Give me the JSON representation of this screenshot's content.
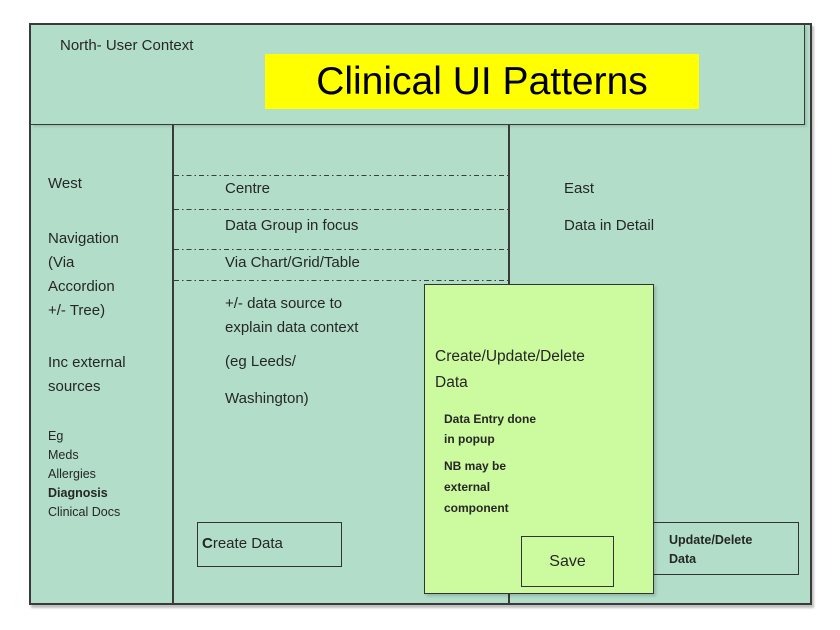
{
  "colors": {
    "slide_background": "#b2dec9",
    "popup_background": "#ccfa9e",
    "title_highlight": "#ffff00",
    "border": "#3a3a3a",
    "text": "#262626"
  },
  "north": {
    "label": "North- User Context",
    "title": "Clinical UI Patterns"
  },
  "west": {
    "label": "West",
    "navigation_lines": [
      "Navigation",
      "(Via",
      "Accordion",
      "+/- Tree)"
    ],
    "external_lines": [
      "Inc external",
      "sources"
    ],
    "example_items": [
      "Eg",
      "Meds",
      "Allergies",
      "Diagnosis",
      "Clinical Docs"
    ]
  },
  "centre": {
    "label": "Centre",
    "row_focus": "Data Group in focus",
    "row_via": "Via Chart/Grid/Table",
    "datasource_lines": [
      "+/- data source to",
      "explain data context"
    ],
    "example_lines": [
      "(eg Leeds/",
      "Washington)"
    ],
    "create_button": {
      "initial": "C",
      "rest": "reate Data"
    }
  },
  "east": {
    "label": "East",
    "detail": "Data in Detail",
    "update_delete_lines": [
      "Update/Delete",
      "Data"
    ]
  },
  "popup": {
    "title_lines": [
      "Create/Update/Delete",
      "Data"
    ],
    "note_entry_lines": [
      "Data Entry done",
      "in popup"
    ],
    "note_nb_lines": [
      "NB may be",
      "external",
      "component"
    ],
    "save_button": "Save"
  }
}
